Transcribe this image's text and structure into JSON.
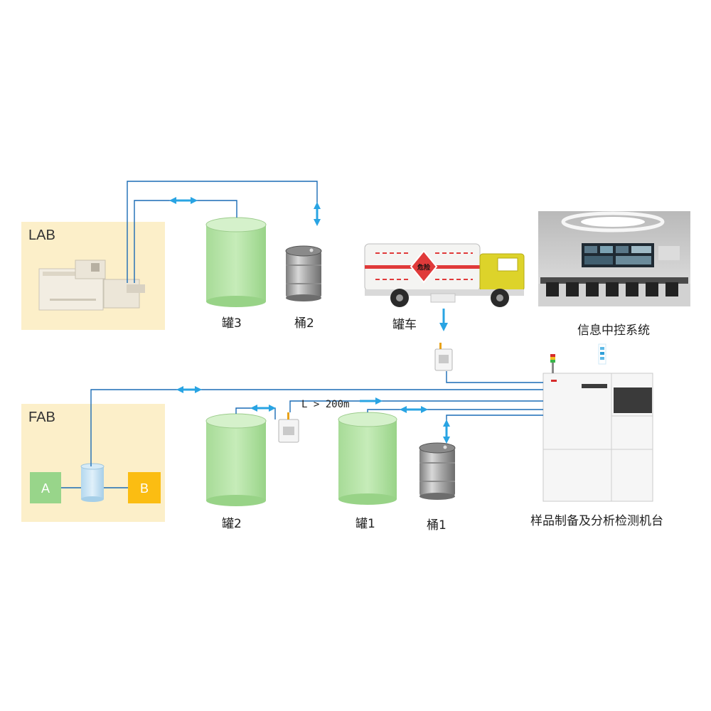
{
  "zones": {
    "lab": {
      "label": "LAB"
    },
    "fab": {
      "label": "FAB",
      "box_a": "A",
      "box_b": "B"
    }
  },
  "equipment": {
    "tank3": "罐3",
    "drum2": "桶2",
    "tanker": "罐车",
    "control_system": "信息中控系统",
    "tank2": "罐2",
    "tank1": "罐1",
    "drum1": "桶1",
    "analysis_station": "样品制备及分析检测机台"
  },
  "distance_label": "L > 200m",
  "hazard_sign": "危险",
  "colors": {
    "pipe": "#1a6bb5",
    "arrow": "#29a4e3",
    "zone_fill": "#fcefc9",
    "tank_fill": "#b3e0a4",
    "box_a": "#98d58a",
    "box_b": "#fbbd12",
    "truck_cab": "#ddd32a",
    "hazard_stripe": "#e03a3a"
  }
}
